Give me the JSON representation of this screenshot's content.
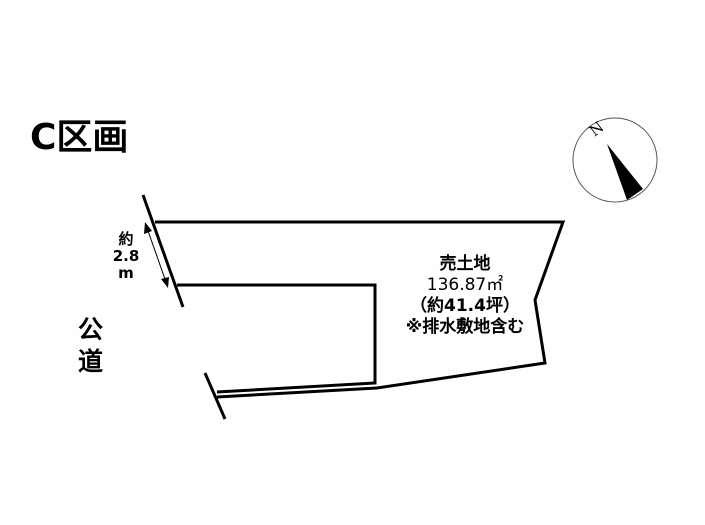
{
  "title": "C区画",
  "lot": {
    "label": "売土地",
    "area": "136.87㎡",
    "tsubo": "（約41.4坪）",
    "note": "※排水敷地含む"
  },
  "frontage": {
    "prefix": "約",
    "value": "2.8",
    "unit": "m"
  },
  "road": {
    "line1": "公",
    "line2": "道"
  },
  "compass": {
    "north_label": "N"
  }
}
